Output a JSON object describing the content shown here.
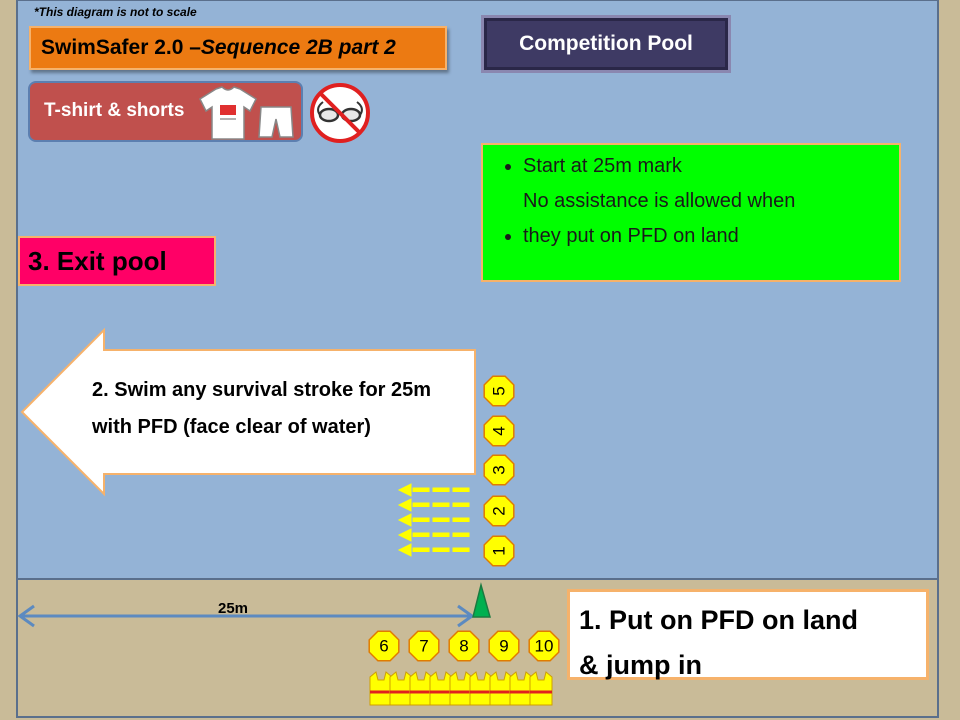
{
  "note": "*This diagram is not to scale",
  "title": {
    "main": "SwimSafer 2.0 – ",
    "italic": "Sequence 2B part 2"
  },
  "pool_label": "Competition Pool",
  "attire": {
    "label": "T-shirt & shorts",
    "tshirt_icon": "tshirt-icon",
    "shorts_icon": "shorts-icon",
    "goggles_icon": "no-goggles-icon"
  },
  "instructions": [
    "Start at 25m mark",
    "No assistance is allowed when they put on PFD on land"
  ],
  "step3": "3. Exit pool",
  "step2": "2. Swim any survival stroke for 25m with PFD (face clear of water)",
  "lane_balls": [
    "1",
    "2",
    "3",
    "4",
    "5"
  ],
  "deck_cones": [
    "6",
    "7",
    "8",
    "9",
    "10"
  ],
  "distance": "25m",
  "step1": {
    "line1": "1. Put on PFD on land",
    "line2": "& jump in"
  },
  "colors": {
    "water": "#94b3d6",
    "deck": "#c9bb98",
    "title_bg": "#ec7a12",
    "exit_bg": "#ff0066",
    "instructions_bg": "#00ff00",
    "attire_bg": "#c0504d",
    "pool_label_bg": "#3e3a64",
    "buoy": "#ffff00"
  }
}
